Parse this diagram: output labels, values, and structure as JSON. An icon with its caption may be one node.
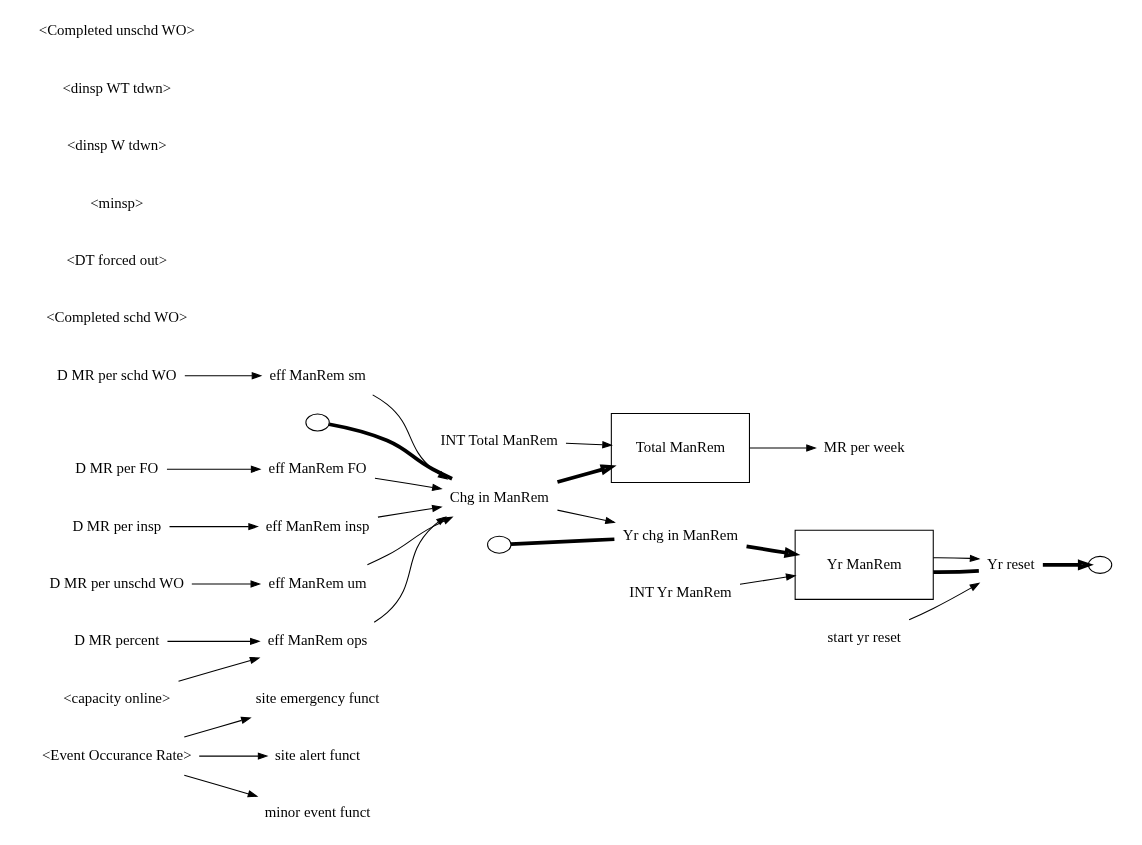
{
  "diagram": {
    "nodes": [
      {
        "text": [
          "<Event Occurance Rate>"
        ]
      },
      {
        "text": [
          "site emergency funct"
        ]
      },
      {
        "text": [
          "site alert funct"
        ]
      },
      {
        "text": [
          "minor event funct"
        ]
      },
      {
        "text": [
          "D MR per schd WO"
        ]
      },
      {
        "text": [
          "<Completed schd WO>"
        ]
      },
      {
        "text": [
          "D MR per FO"
        ]
      },
      {
        "text": [
          "<DT forced out>"
        ]
      },
      {
        "text": [
          "INT Total ManRem"
        ]
      },
      {
        "text": [
          "eff ManRem sm"
        ]
      },
      {
        "text": [
          "Total ManRem"
        ]
      },
      {
        "text": [
          "MR per week"
        ]
      },
      {
        "text": [],
        "shape": "cloud"
      },
      {
        "text": [
          "eff ManRem FO"
        ]
      },
      {
        "text": [
          "Chg in ManRem"
        ]
      },
      {
        "text": [
          "eff ManRem insp"
        ]
      },
      {
        "text": [
          "eff ManRem um"
        ]
      },
      {
        "text": [
          "eff ManRem ops"
        ]
      },
      {
        "text": [
          "D MR percent"
        ]
      },
      {
        "text": [
          "<capacity online>"
        ]
      },
      {
        "text": [
          "D MR per insp"
        ]
      },
      {
        "text": [
          "<minsp>"
        ]
      },
      {
        "text": [
          "<dinsp W tdwn>"
        ]
      },
      {
        "text": [
          "<dinsp WT tdwn>"
        ]
      },
      {
        "text": [],
        "shape": "cloud"
      },
      {
        "text": [
          "Yr chg in ManRem"
        ]
      },
      {
        "text": [
          "Yr ManRem"
        ]
      },
      {
        "text": [
          "Yr reset"
        ]
      },
      {
        "text": [],
        "shape": "cloud"
      },
      {
        "text": [
          "start yr reset"
        ]
      },
      {
        "text": [
          "D MR per unschd WO"
        ]
      },
      {
        "text": [
          "<Completed unschd WO>"
        ]
      },
      {
        "text": [
          "INT Yr ManRem"
        ]
      }
    ],
    "edges": [
      {
        "from": 0,
        "to": 1,
        "arrow": "to"
      },
      {
        "from": 0,
        "to": 2,
        "arrow": "to"
      },
      {
        "from": 0,
        "to": 3,
        "arrow": "to"
      },
      {
        "from": 4,
        "to": 9,
        "arrow": "to"
      },
      {
        "from": 6,
        "to": 13,
        "arrow": "to"
      },
      {
        "from": 8,
        "to": 10,
        "arrow": "to"
      },
      {
        "from": 12,
        "to": 14,
        "arrow": "none",
        "style": "thick"
      },
      {
        "from": 14,
        "to": 10,
        "arrow": "to",
        "style": "thick"
      },
      {
        "from": 9,
        "to": 14,
        "arrow": "to"
      },
      {
        "from": 10,
        "to": 11,
        "arrow": "to"
      },
      {
        "from": 13,
        "to": 14,
        "arrow": "to"
      },
      {
        "from": 15,
        "to": 14,
        "arrow": "to"
      },
      {
        "from": 16,
        "to": 14,
        "arrow": "to"
      },
      {
        "from": 17,
        "to": 14,
        "arrow": "to"
      },
      {
        "from": 18,
        "to": 17,
        "arrow": "to"
      },
      {
        "from": 19,
        "to": 17,
        "arrow": "to"
      },
      {
        "from": 20,
        "to": 15,
        "arrow": "to"
      },
      {
        "from": 30,
        "to": 16,
        "arrow": "to"
      },
      {
        "from": 14,
        "to": 25,
        "arrow": "to"
      },
      {
        "from": 24,
        "to": 25,
        "arrow": "none",
        "style": "thick"
      },
      {
        "from": 25,
        "to": 26,
        "arrow": "to",
        "style": "thick"
      },
      {
        "from": 26,
        "to": 27,
        "arrow": "none",
        "style": "thick"
      },
      {
        "from": 27,
        "to": 28,
        "arrow": "to",
        "style": "thick"
      },
      {
        "from": 26,
        "to": 27,
        "arrow": "to"
      },
      {
        "from": 29,
        "to": 27,
        "arrow": "to"
      },
      {
        "from": 32,
        "to": 26,
        "arrow": "to"
      }
    ]
  }
}
